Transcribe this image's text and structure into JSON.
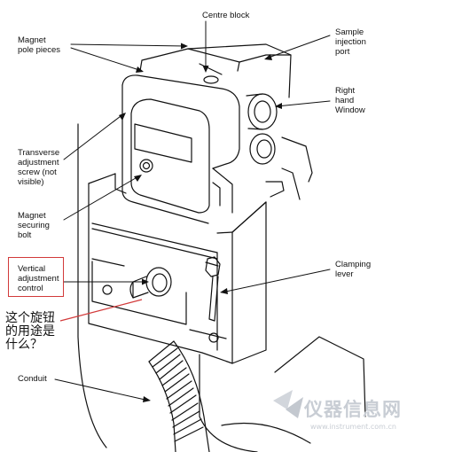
{
  "labels": {
    "centre_block": "Centre block",
    "sample_port": "Sample\ninjection\nport",
    "magnet_pole": "Magnet\npole pieces",
    "right_window": "Right\nhand\nWindow",
    "transverse": "Transverse\nadjustment\nscrew (not\nvisible)",
    "magnet_bolt": "Magnet\nsecuring\nbolt",
    "vertical": "Vertical\nadjustment\ncontrol",
    "clamping": "Clamping\nlever",
    "conduit": "Conduit"
  },
  "question": "这个旋钮\n的用途是\n什么？",
  "watermark": {
    "brand": "仪器信息网",
    "url": "www.instrument.com.cn"
  },
  "colors": {
    "line": "#111111",
    "highlight": "#d23a3a",
    "watermark": "#c8cdd4"
  }
}
